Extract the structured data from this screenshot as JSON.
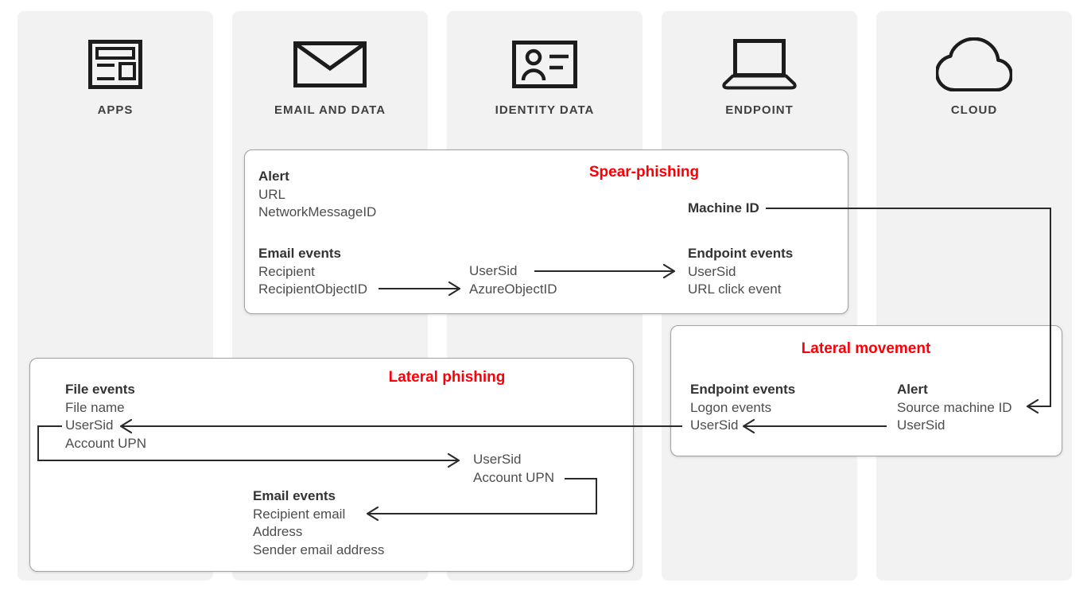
{
  "colors": {
    "background": "#ffffff",
    "column_fill": "#f2f2f2",
    "box_border": "#a3a3a3",
    "accent_red": "#fb0008",
    "line_color": "#2a2a2a",
    "header_text": "#333333",
    "body_text": "#4d4d4d"
  },
  "columns": [
    {
      "label": "APPS",
      "icon": "apps-icon"
    },
    {
      "label": "EMAIL AND DATA",
      "icon": "envelope-icon"
    },
    {
      "label": "IDENTITY DATA",
      "icon": "id-card-icon"
    },
    {
      "label": "ENDPOINT",
      "icon": "laptop-icon"
    },
    {
      "label": "CLOUD",
      "icon": "cloud-icon"
    }
  ],
  "boxes": {
    "spear_phishing": {
      "title": "Spear-phishing",
      "alert": {
        "header": "Alert",
        "items": [
          "URL",
          "NetworkMessageID"
        ]
      },
      "email_events": {
        "header": "Email events",
        "items": [
          "Recipient",
          "RecipientObjectID"
        ]
      },
      "identity_fields": {
        "items": [
          "UserSid",
          "AzureObjectID"
        ]
      },
      "endpoint_events": {
        "header": "Endpoint events",
        "items": [
          "UserSid",
          "URL click event"
        ]
      },
      "machine_id": "Machine ID"
    },
    "lateral_movement": {
      "title": "Lateral movement",
      "endpoint_events": {
        "header": "Endpoint events",
        "items": [
          "Logon events",
          "UserSid"
        ]
      },
      "alert": {
        "header": "Alert",
        "items": [
          "Source machine ID",
          "UserSid"
        ]
      }
    },
    "lateral_phishing": {
      "title": "Lateral phishing",
      "file_events": {
        "header": "File events",
        "items": [
          "File name",
          "UserSid",
          "Account UPN"
        ]
      },
      "identity_fields": {
        "items": [
          "UserSid",
          "Account UPN"
        ]
      },
      "email_events": {
        "header": "Email events",
        "items": [
          "Recipient email",
          "Address",
          "Sender email address"
        ]
      }
    }
  }
}
